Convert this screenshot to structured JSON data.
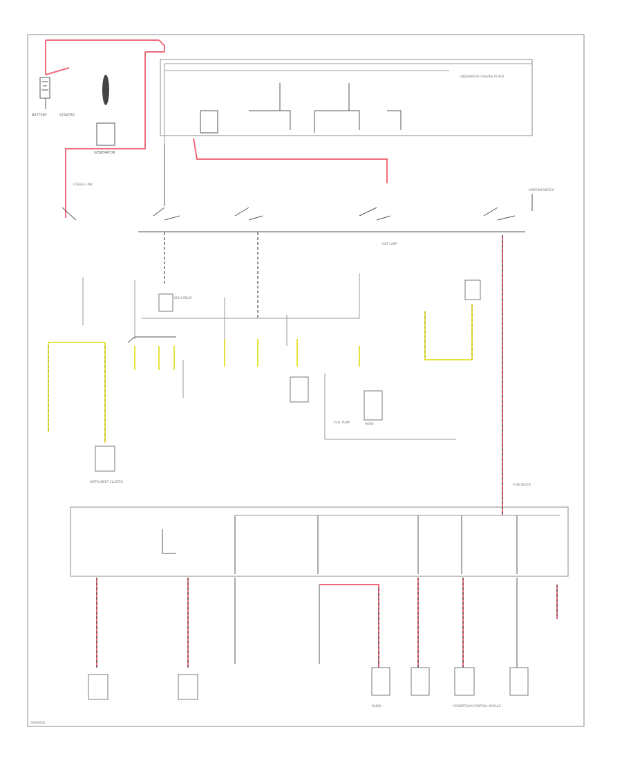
{
  "labels": {
    "battery": "BATTERY",
    "starter": "STARTER",
    "generator": "GENERATOR",
    "fusible_link": "FUSIBLE LINK",
    "underhood_box": "UNDERHOOD FUSE/RELAY BOX",
    "ign_switch": "IGNITION SWITCH",
    "hot_lamp": "HOT LAMP",
    "ign1_relay": "IGN 1 RELAY",
    "fuse_block": "FUSE BLOCK",
    "cluster": "INSTRUMENT CLUSTER",
    "pcm": "POWERTRAIN CONTROL MODULE",
    "fuel_pump": "FUEL PUMP",
    "horn": "HORN",
    "radio": "RADIO",
    "footer": "00000000"
  },
  "colors": {
    "wire": "#555555",
    "power_wire": "#f06a7a",
    "yellow_wire": "#e6e23a"
  }
}
